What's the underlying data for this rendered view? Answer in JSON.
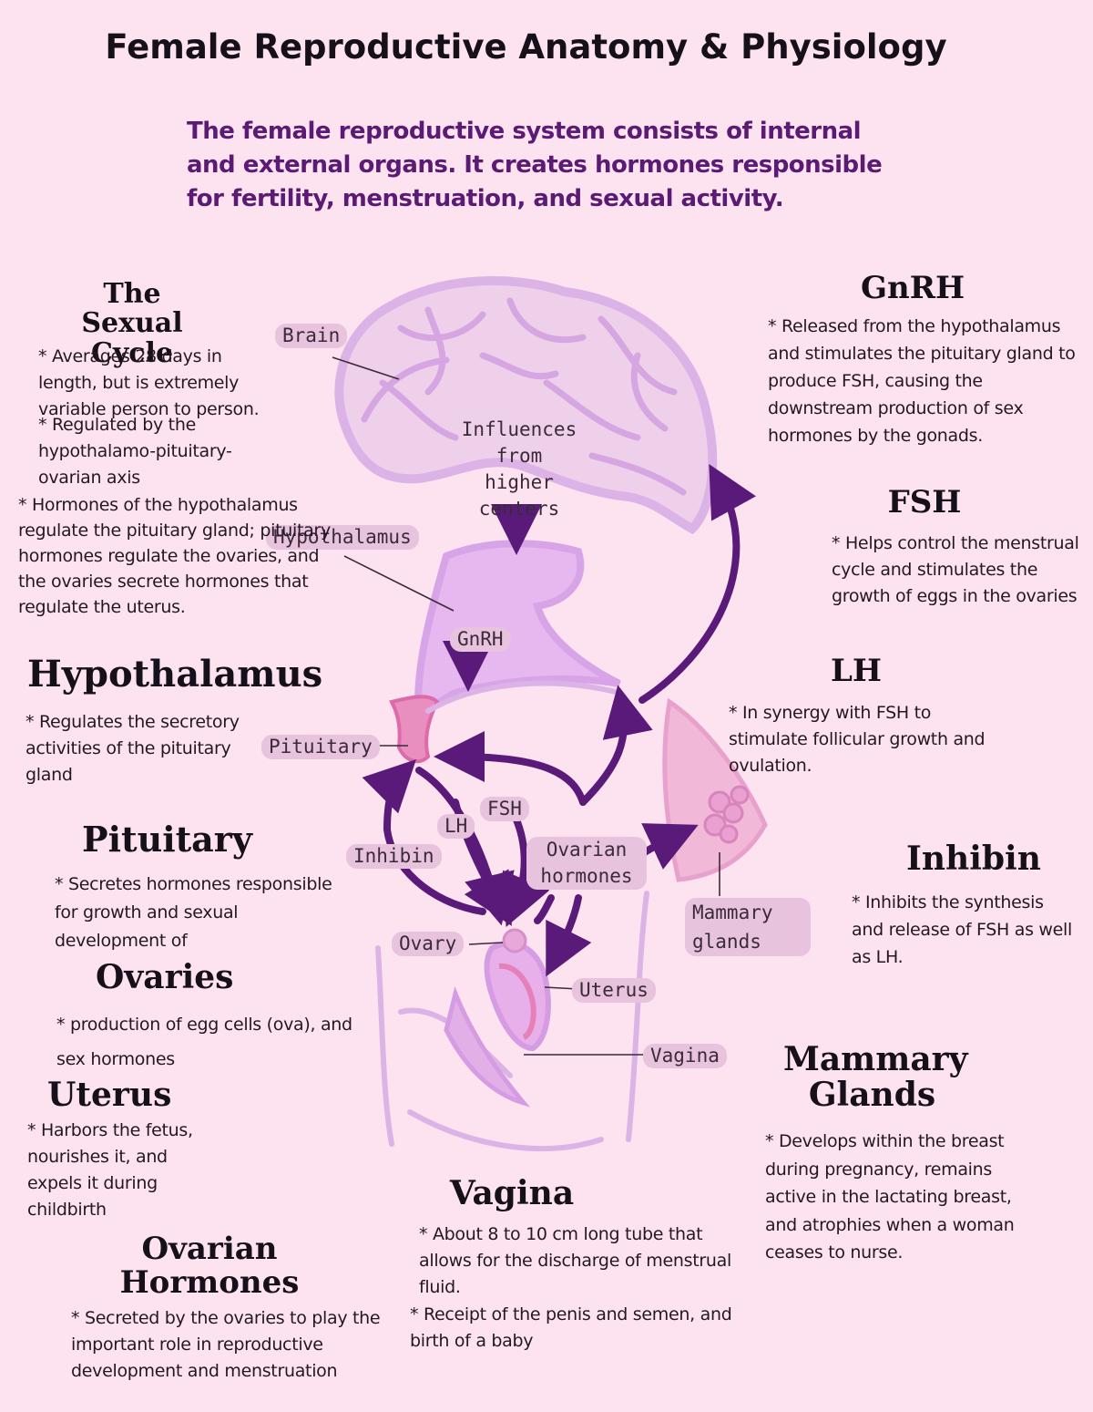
{
  "title": "Female Reproductive Anatomy & Physiology",
  "subtitle": "The female reproductive system consists of internal and external organs. It creates hormones responsible for fertility, menstruation, and sexual activity.",
  "sections": {
    "sexual_cycle": {
      "heading": "The Sexual Cycle",
      "bullets": [
        "* Averages 28 days in length, but is extremely variable person to person.",
        "* Regulated by the hypothalamo-pituitary-ovarian axis",
        "* Hormones of the hypothalamus regulate the pituitary gland; pituitary hormones regulate the ovaries, and the ovaries secrete hormones that regulate the uterus."
      ]
    },
    "hypothalamus": {
      "heading": "Hypothalamus",
      "text": "* Regulates the secretory activities of the pituitary gland"
    },
    "pituitary": {
      "heading": "Pituitary",
      "text": "* Secretes hormones responsible for growth and sexual development of"
    },
    "ovaries": {
      "heading": "Ovaries",
      "text": "* production of egg cells (ova), and sex hormones"
    },
    "uterus": {
      "heading": "Uterus",
      "text": "* Harbors the fetus, nourishes it, and expels it during childbirth"
    },
    "ovarian_hormones": {
      "heading": "Ovarian Hormones",
      "text": "* Secreted by the ovaries to play the important role in reproductive development and menstruation"
    },
    "vagina": {
      "heading": "Vagina",
      "bullets": [
        "* About 8 to 10 cm long tube that allows for the discharge of menstrual fluid.",
        "* Receipt of the penis and semen, and birth of a baby"
      ]
    },
    "gnrh": {
      "heading": "GnRH",
      "text": "* Released from the hypothalamus and stimulates the pituitary gland to produce FSH, causing the downstream production of sex hormones by the gonads."
    },
    "fsh": {
      "heading": "FSH",
      "text": "* Helps control the menstrual cycle and stimulates the growth of eggs in the ovaries"
    },
    "lh": {
      "heading": "LH",
      "text": "* In synergy with FSH to stimulate follicular growth and ovulation."
    },
    "inhibin": {
      "heading": "Inhibin",
      "text": "* Inhibits the synthesis and release of FSH as well as LH."
    },
    "mammary": {
      "heading": "Mammary Glands",
      "text": "* Develops within the breast during pregnancy, remains active in the lactating breast, and atrophies when a woman ceases to nurse."
    }
  },
  "diagram_labels": {
    "brain": "Brain",
    "influences": "Influences from higher centers",
    "hypothalamus": "Hypothalamus",
    "gnrh": "GnRH",
    "pituitary": "Pituitary",
    "fsh": "FSH",
    "lh": "LH",
    "inhibin": "Inhibin",
    "ovarian_hormones": "Ovarian hormones",
    "ovary": "Ovary",
    "uterus": "Uterus",
    "vagina": "Vagina",
    "mammary": "Mammary glands"
  },
  "colors": {
    "background": "#fde3f0",
    "subtitle": "#5b1a73",
    "arrow": "#5a1a7a",
    "organ": "#dbaee8",
    "label_bg": "#e7c3dd"
  }
}
